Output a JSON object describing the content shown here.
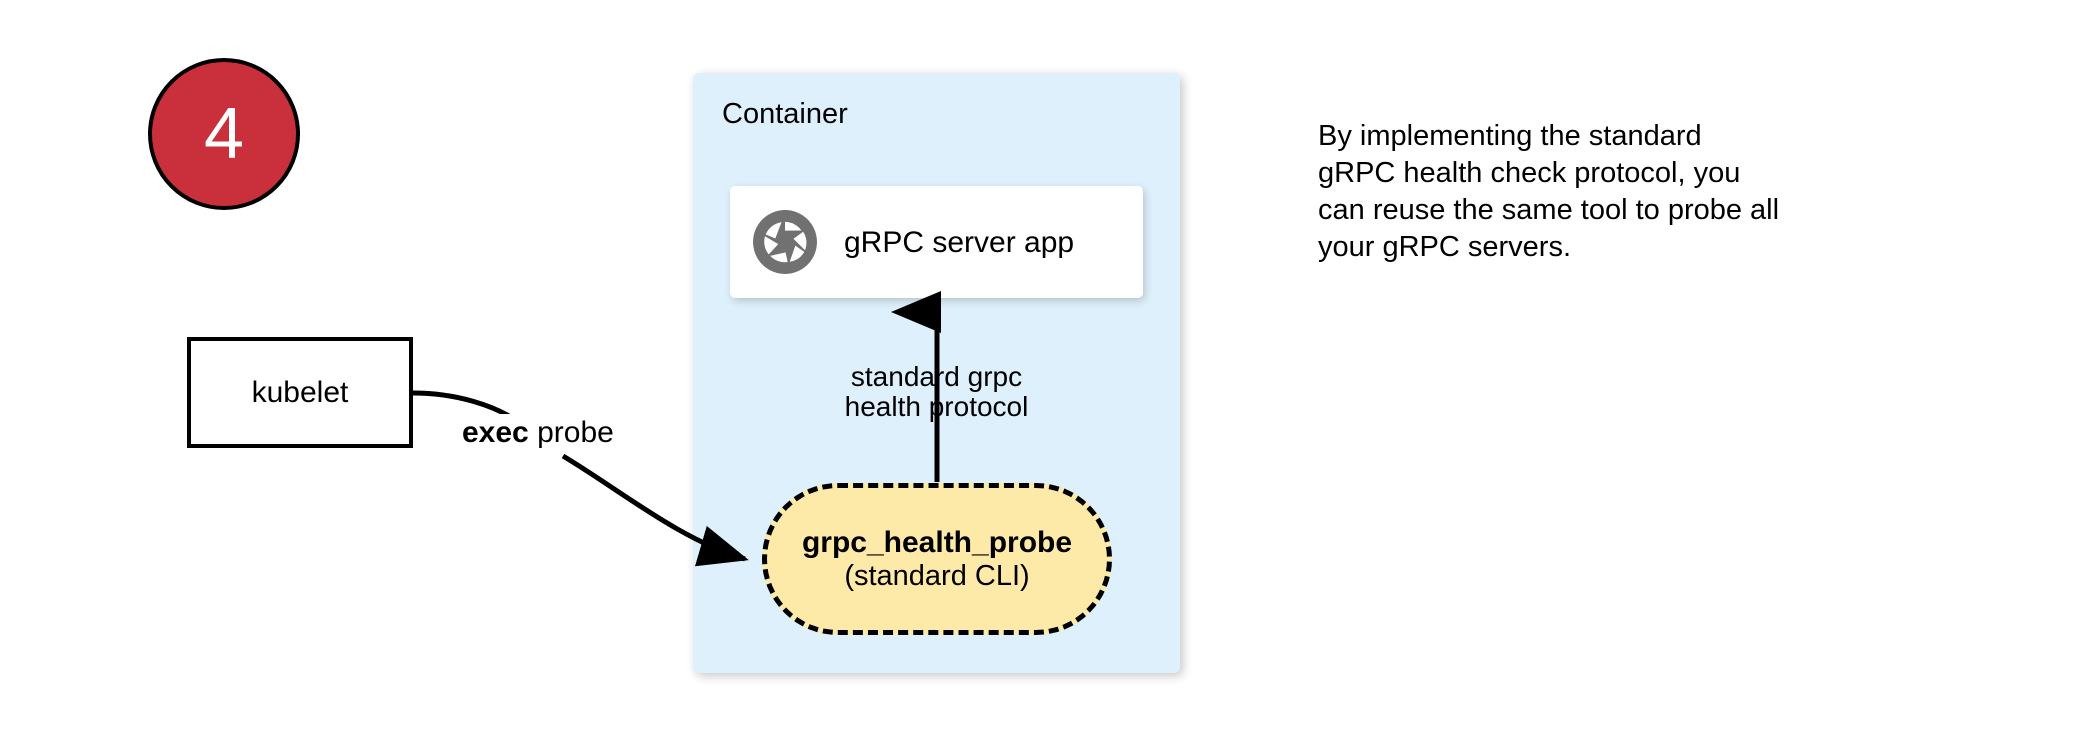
{
  "step": {
    "number": "4",
    "badge_color": "#c9303c",
    "badge_text_color": "#ffffff"
  },
  "kubelet": {
    "label": "kubelet"
  },
  "edges": {
    "exec_probe": {
      "label_bold": "exec",
      "label_rest": " probe",
      "from": "kubelet",
      "to": "grpc_health_probe"
    },
    "health_protocol": {
      "line1": "standard grpc",
      "line2": "health protocol",
      "from": "grpc_health_probe",
      "to": "grpc_server_app"
    }
  },
  "container": {
    "title": "Container",
    "fill_color": "#ddf0fb",
    "server_card": {
      "label": "gRPC server app",
      "icon": "grpc-aperture-icon",
      "icon_color": "#717171",
      "fill_color": "#ffffff"
    },
    "probe_box": {
      "title": "grpc_health_probe",
      "subtitle": "(standard CLI)",
      "fill_color": "#fde9a8",
      "border_style": "dashed"
    }
  },
  "side_note": {
    "line1": "By implementing the standard",
    "line2": "gRPC health check protocol, you",
    "line3": "can reuse the same tool to probe all",
    "line4": "your gRPC servers."
  }
}
